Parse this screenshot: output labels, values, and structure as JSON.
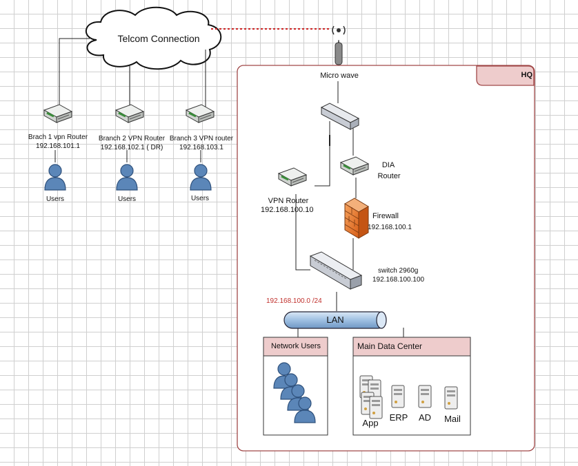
{
  "cloud": {
    "label": "Telcom Connection"
  },
  "hq": {
    "label": "HQ"
  },
  "microwave": {
    "label": "Micro wave"
  },
  "branches": [
    {
      "name": "Brach 1 vpn Router",
      "ip": "192.168.101.1",
      "users": "Users"
    },
    {
      "name": "Branch 2 VPN Router",
      "ip": "192.168.102.1 ( DR)",
      "users": "Users"
    },
    {
      "name": "Branch 3 VPN router",
      "ip": "192.168.103.1",
      "users": "Users"
    }
  ],
  "vpn_router": {
    "name": "VPN Router",
    "ip": "192.168.100.10"
  },
  "dia_router": {
    "line1": "DIA",
    "line2": "Router"
  },
  "firewall": {
    "name": "Firewall",
    "ip": "192.168.100.1"
  },
  "switch": {
    "name": "switch 2960g",
    "ip": "192.168.100.100"
  },
  "subnet": {
    "label": "192.168.100.0 /24"
  },
  "lan": {
    "label": "LAN"
  },
  "network_users": {
    "title": "Network Users"
  },
  "data_center": {
    "title": "Main Data Center",
    "servers": [
      "App",
      "ERP",
      "AD",
      "Mail"
    ]
  },
  "colors": {
    "router_green": "#3a8c3a",
    "link_red": "#cc2222",
    "hq_border": "#a04848",
    "header_fill": "#eecccc",
    "lan_fill": "#aac8e8",
    "user_blue": "#5b86b8",
    "firewall_orange": "#e8782a"
  }
}
